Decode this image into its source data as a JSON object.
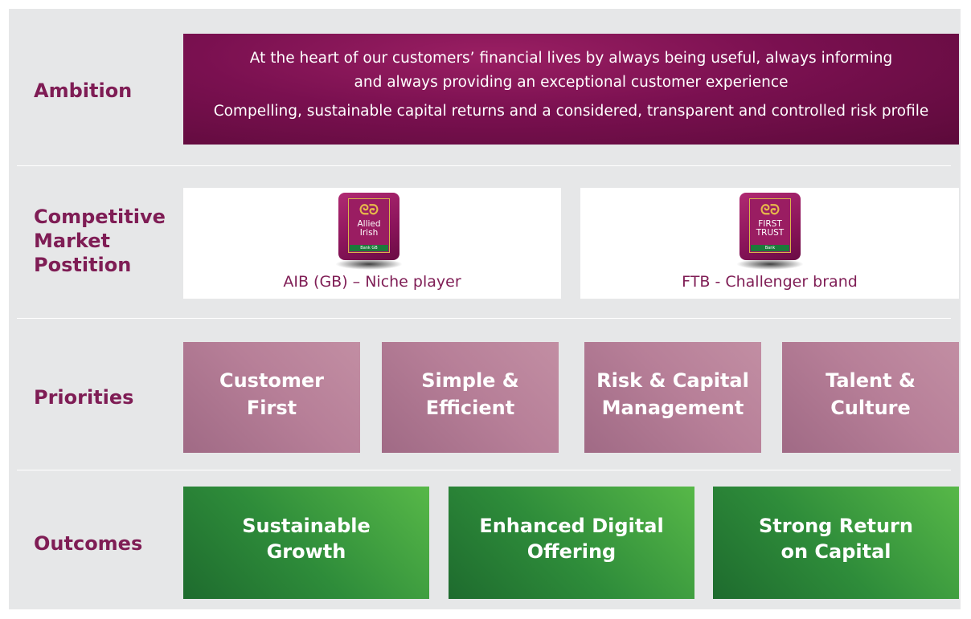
{
  "rows": {
    "ambition_label": "Ambition",
    "position_label": "Competitive\nMarket\nPostition",
    "priorities_label": "Priorities",
    "outcomes_label": "Outcomes"
  },
  "ambition": {
    "line1": "At the heart of our customers’ financial lives by always being useful, always informing",
    "line2": "and always providing an exceptional customer experience",
    "line3": "Compelling, sustainable capital returns and a considered, transparent and controlled risk profile"
  },
  "brands": [
    {
      "caption": "AIB (GB) – Niche player",
      "logo_text": "Allied\nIrish",
      "logo_bar": "Bank GB"
    },
    {
      "caption": "FTB - Challenger brand",
      "logo_text": "FIRST\nTRUST",
      "logo_bar": "Bank"
    }
  ],
  "priorities": [
    "Customer\nFirst",
    "Simple &\nEfficient",
    "Risk & Capital\nManagement",
    "Talent &\nCulture"
  ],
  "outcomes": [
    "Sustainable\nGrowth",
    "Enhanced Digital\nOffering",
    "Strong Return\non Capital"
  ],
  "colors": {
    "label": "#7f1d55",
    "ambition_bg": "#7a1050",
    "priority_bg": "#b77f98",
    "outcome_bg": "#2e8c3a",
    "panel_bg": "#e6e7e8"
  },
  "icons": [
    "aib-logo-icon",
    "first-trust-logo-icon"
  ]
}
